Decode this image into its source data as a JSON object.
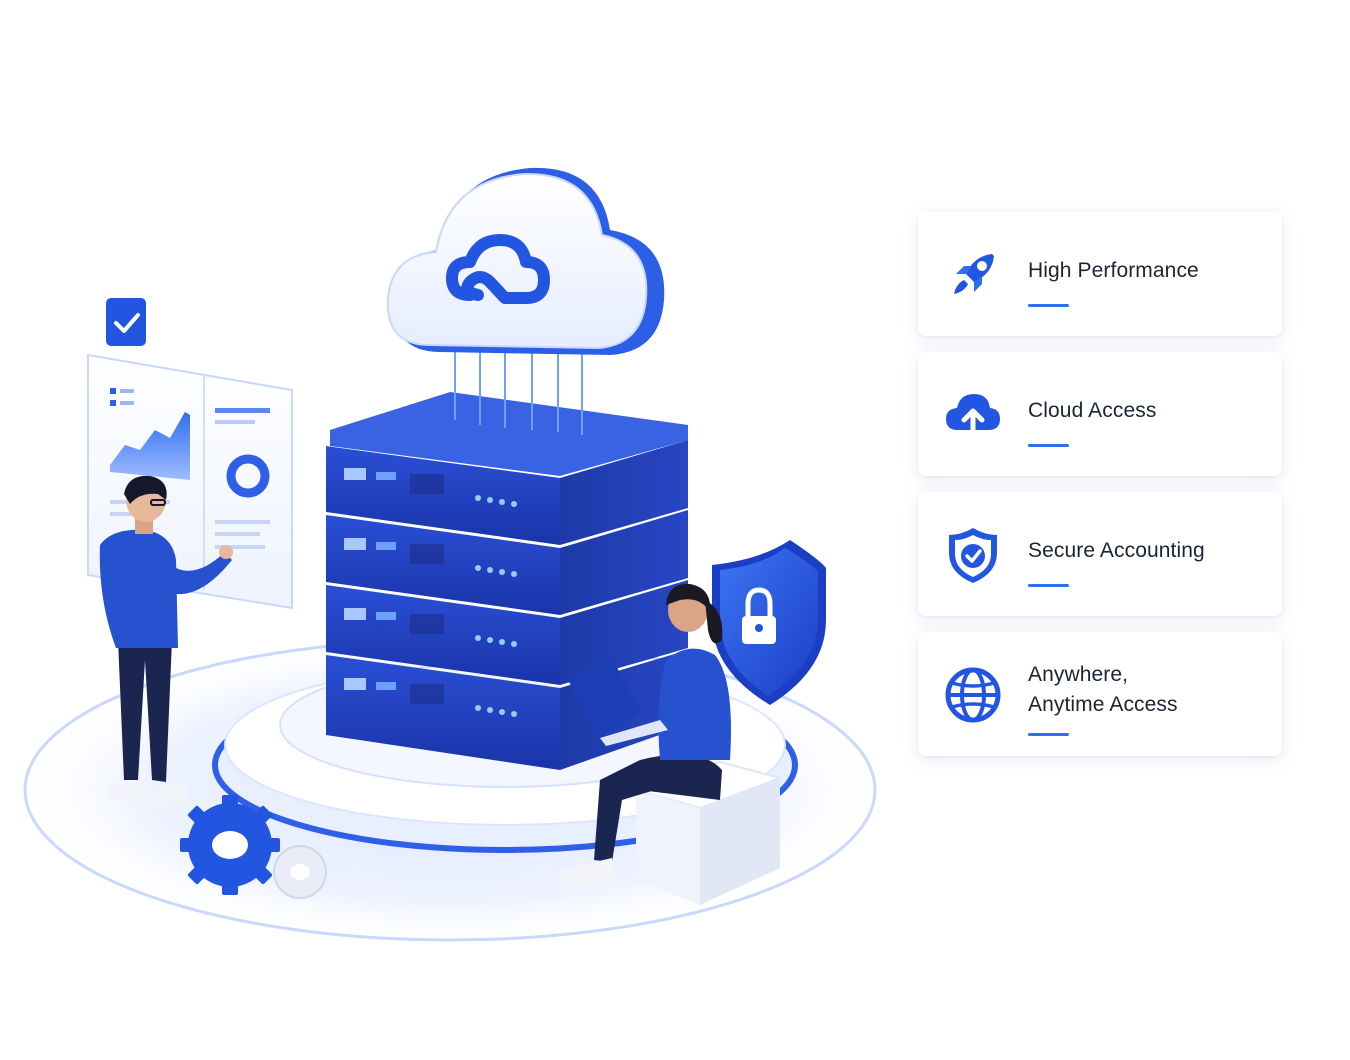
{
  "features": [
    {
      "icon": "rocket-icon",
      "lines": [
        "High Performance"
      ]
    },
    {
      "icon": "cloud-upload-icon",
      "lines": [
        "Cloud Access"
      ]
    },
    {
      "icon": "shield-check-icon",
      "lines": [
        "Secure Accounting"
      ]
    },
    {
      "icon": "globe-icon",
      "lines": [
        "Anywhere,",
        "Anytime Access"
      ]
    }
  ],
  "colors": {
    "accent": "#2f6ef0",
    "primary_blue": "#1f3fb8",
    "deep_blue": "#162a86",
    "text": "#1c2434"
  }
}
